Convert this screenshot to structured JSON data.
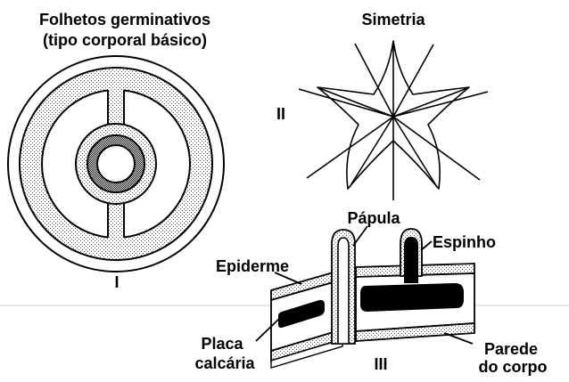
{
  "panel_1": {
    "title_line1": "Folhetos germinativos",
    "title_line2": "(tipo corporal básico)",
    "roman_label": "I"
  },
  "panel_2": {
    "title": "Simetria",
    "roman_label": "II"
  },
  "panel_3": {
    "roman_label": "III",
    "labels": {
      "papula": "Pápula",
      "espinho": "Espinho",
      "epiderme": "Epiderme",
      "placa_line1": "Placa",
      "placa_line2": "calcária",
      "parede_line1": "Parede",
      "parede_line2": "do corpo"
    }
  },
  "colors": {
    "ink": "#000000",
    "background": "#ffffff",
    "stipple": "#9a9a9a",
    "divider": "#cfcfcf"
  }
}
